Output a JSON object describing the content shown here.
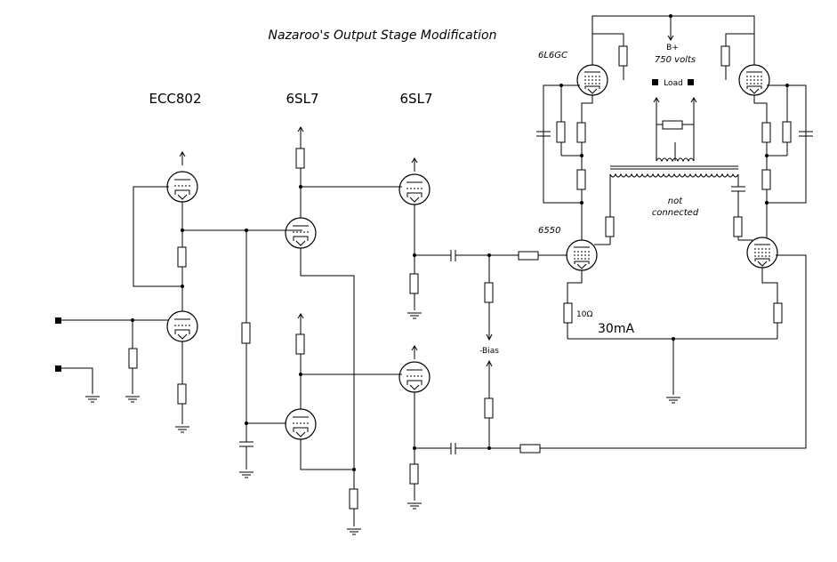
{
  "title": "Nazaroo's Output Stage Modification",
  "tube_labels": {
    "ecc802": "ECC802",
    "sl7_a": "6SL7",
    "sl7_b": "6SL7",
    "l6gc": "6L6GC",
    "k6550": "6550"
  },
  "supply": {
    "bplus": "B+",
    "volts": "750 volts"
  },
  "load": "Load",
  "transformer_note": {
    "line1": "not",
    "line2": "connected"
  },
  "bias": "-Bias",
  "cathode_resistor": "10Ω",
  "current": "30mA"
}
